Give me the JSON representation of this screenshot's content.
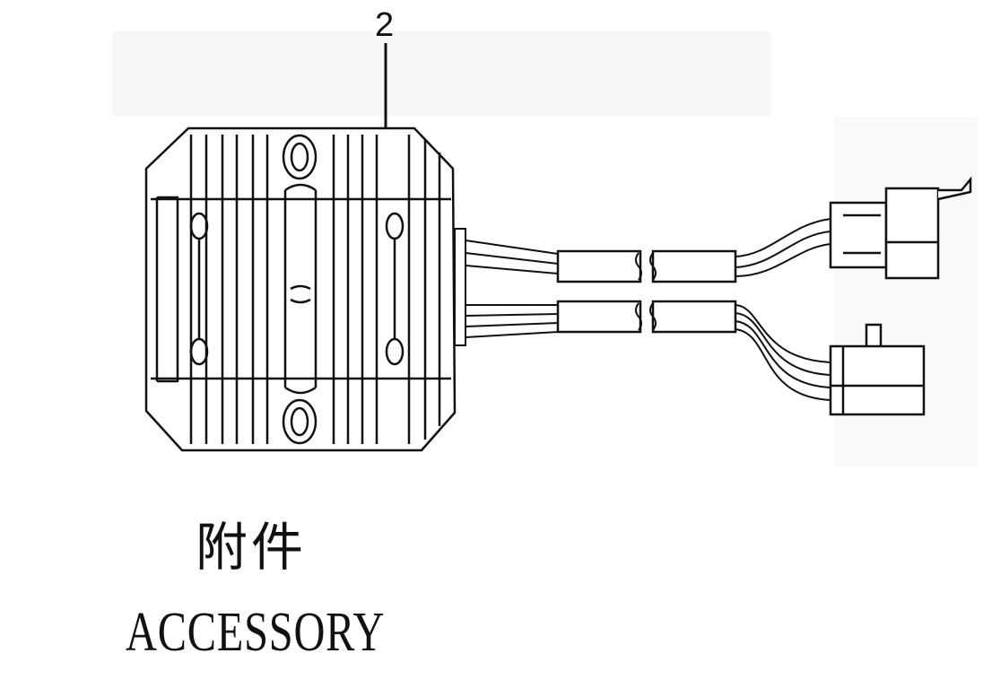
{
  "callout": {
    "number": "2"
  },
  "caption": {
    "chinese": "附件",
    "english": "ACCESSORY"
  },
  "colors": {
    "line": "#111111",
    "background": "#ffffff",
    "shade": "#f2f2f2"
  }
}
